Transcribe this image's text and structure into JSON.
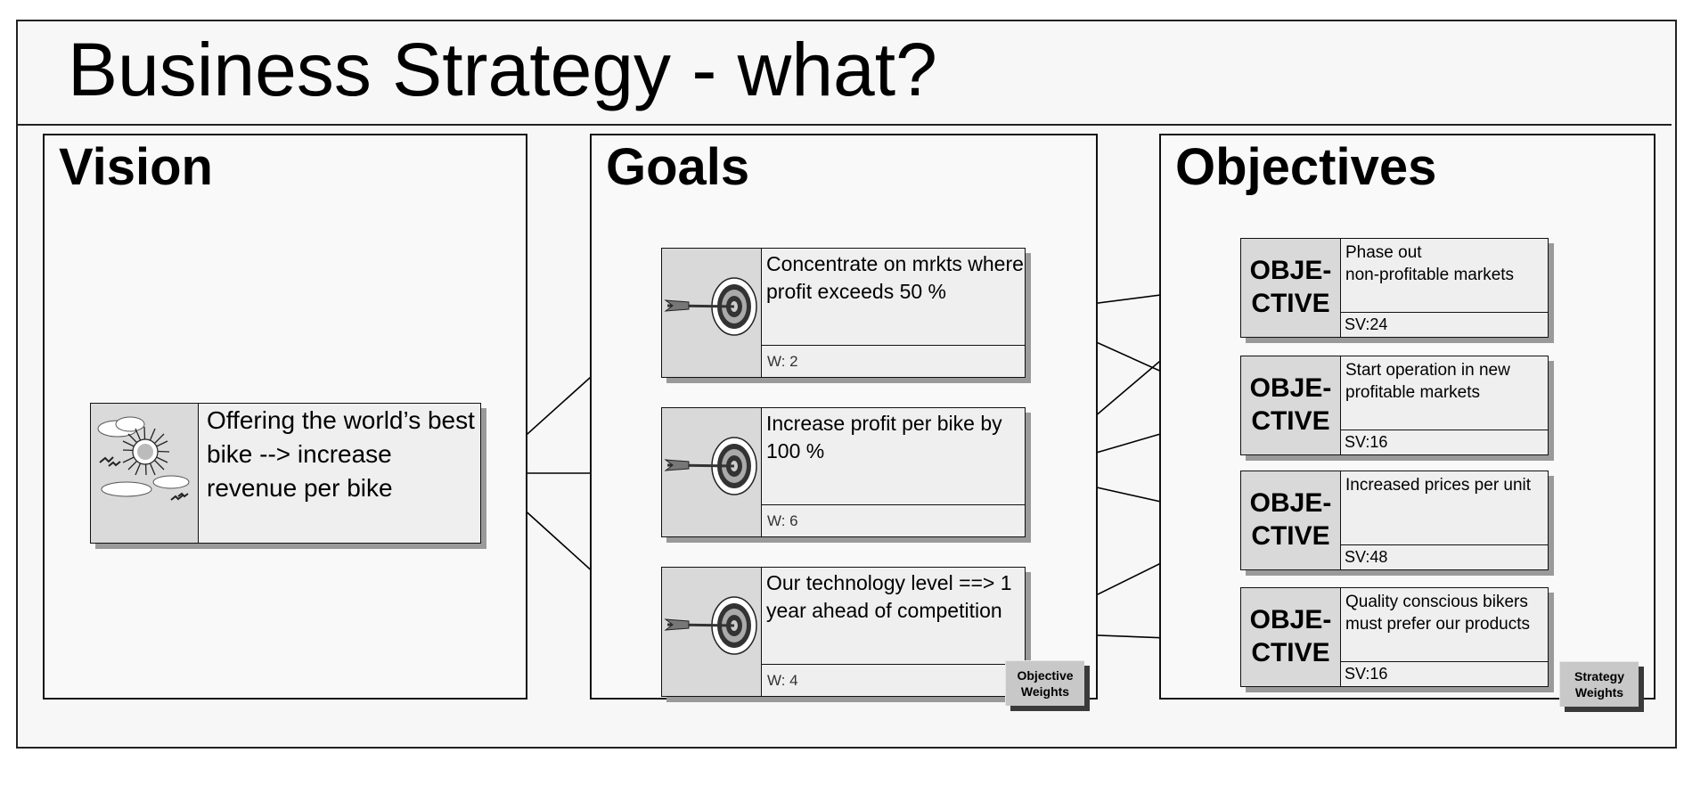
{
  "title": "Business Strategy - what?",
  "panels": {
    "vision": {
      "title": "Vision"
    },
    "goals": {
      "title": "Goals"
    },
    "objectives": {
      "title": "Objectives"
    }
  },
  "vision": {
    "text": "Offering the world’s best bike --> increase revenue per bike",
    "icon": "sun-birds-icon"
  },
  "goals": [
    {
      "text": "Concentrate on mrkts where profit exceeds 50 %",
      "weight": "W: 2",
      "icon": "dartboard-icon"
    },
    {
      "text": "Increase profit per bike by 100 %",
      "weight": "W: 6",
      "icon": "dartboard-icon"
    },
    {
      "text": "Our technology level ==> 1 year ahead of competition",
      "weight": "W: 4",
      "icon": "dartboard-icon"
    }
  ],
  "objectives": [
    {
      "label": "OBJE-\nCTIVE",
      "text": "Phase out\nnon-profitable markets",
      "sv": "SV:24"
    },
    {
      "label": "OBJE-\nCTIVE",
      "text": "Start operation in new profitable markets",
      "sv": "SV:16"
    },
    {
      "label": "OBJE-\nCTIVE",
      "text": "Increased prices per unit",
      "sv": "SV:48"
    },
    {
      "label": "OBJE-\nCTIVE",
      "text": "Quality conscious bikers must prefer our products",
      "sv": "SV:16"
    }
  ],
  "buttons": {
    "objective_weights": "Objective Weights",
    "strategy_weights": "Strategy Weights"
  },
  "colors": {
    "border": "#111111",
    "card_fill": "#efefef",
    "icon_fill": "#d9d9d9",
    "shadow": "#9a9a9a"
  }
}
